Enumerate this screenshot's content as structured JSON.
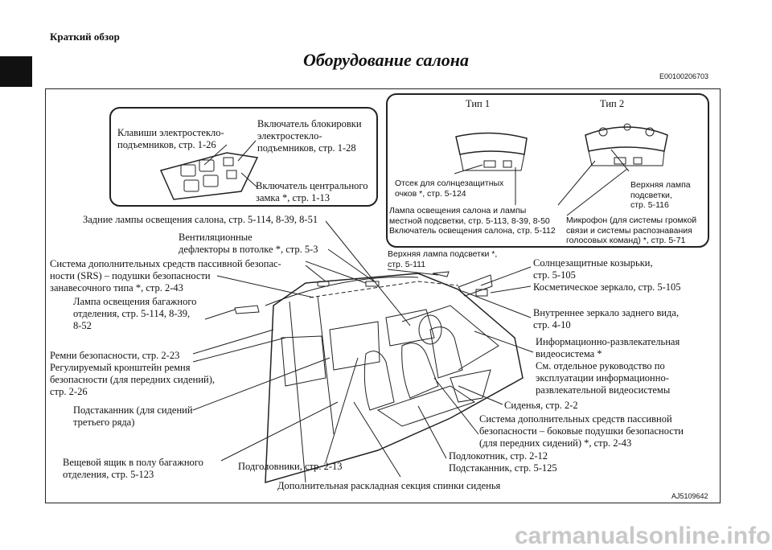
{
  "header": {
    "section": "Краткий обзор",
    "title": "Оборудование салона",
    "code": "E00100206703"
  },
  "inset_left": {
    "window_switches": [
      "Клавиши электростекло-",
      "подъемников, стр. 1-26"
    ],
    "lock_switch": [
      "Включатель блокировки",
      "электростекло-",
      "подъемников, стр. 1-28"
    ],
    "central_lock": [
      "Включатель центрального",
      "замка *, стр. 1-13"
    ]
  },
  "inset_right": {
    "type1": "Тип 1",
    "type2": "Тип 2",
    "glasses": [
      "Отсек для солнцезащитных",
      "очков *, стр. 5-124"
    ],
    "map_lamps": [
      "Лампа освещения салона и лампы",
      "местной подсветки, стр. 5-113, 8-39, 8-50",
      "Включатель освещения салона, стр. 5-112"
    ],
    "upper_lamp": [
      "Верхняя лампа",
      "подсветки,",
      "стр. 5-116"
    ],
    "microphone": [
      "Микрофон (для системы громкой",
      "связи и системы распознавания",
      "голосовых команд) *, стр. 5-71"
    ]
  },
  "labels": {
    "rear_lamps": "Задние лампы освещения салона, стр. 5-114, 8-39, 8-51",
    "vents": [
      "Вентиляционные",
      "дефлекторы в потолке *, стр. 5-3"
    ],
    "srs_curtain": [
      "Система дополнительных средств пассивной безопас-",
      "ности (SRS) – подушки безопасности",
      "занавесочного типа *, стр. 2-43"
    ],
    "cargo_lamp": [
      "Лампа освещения багажного",
      "отделения, стр. 5-114, 8-39,",
      "8-52"
    ],
    "belts": [
      "Ремни безопасности, стр. 2-23",
      "Регулируемый кронштейн ремня",
      "безопасности (для передних сидений),",
      "стр. 2-26"
    ],
    "cupholder3": [
      "Подстаканник (для сидений",
      "третьего ряда)"
    ],
    "floor_box": [
      "Вещевой ящик в полу багажного",
      "отделения, стр. 5-123"
    ],
    "headrests": "Подголовники, стр. 2-13",
    "seat_section": "Дополнительная раскладная секция спинки сиденья",
    "upper_lamp_opt": [
      "Верхняя лампа подсветки *,",
      "стр. 5-111"
    ],
    "sun_visors": [
      "Солнцезащитные козырьки,",
      "стр. 5-105"
    ],
    "vanity": "Косметическое зеркало, стр. 5-105",
    "mirror": [
      "Внутреннее зеркало заднего вида,",
      "стр. 4-10"
    ],
    "infotainment": [
      "Информационно-развлекательная",
      "видеосистема *",
      "См. отдельное руководство по",
      "эксплуатации информационно-",
      "развлекательной видеосистемы"
    ],
    "seats": "Сиденья, стр. 2-2",
    "srs_side": [
      "Система дополнительных средств пассивной",
      "безопасности – боковые подушки безопасности",
      "(для передних сидений) *, стр. 2-43"
    ],
    "armrest": [
      "Подлокотник, стр. 2-12",
      "Подстаканник, стр. 5-125"
    ]
  },
  "figure_code": "AJ5109642",
  "watermark": "carmanualsonline.info"
}
